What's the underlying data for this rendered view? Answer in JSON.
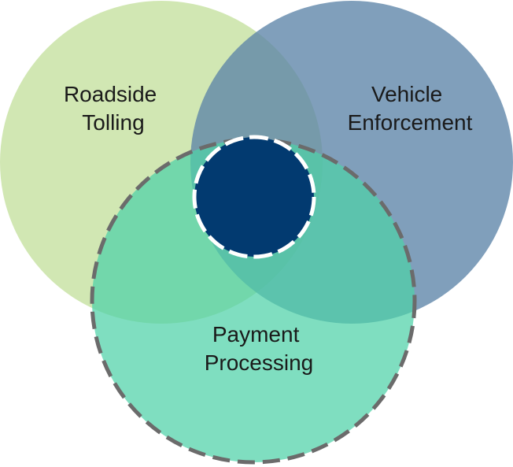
{
  "diagram": {
    "circles": {
      "roadside": {
        "label_line1": "Roadside",
        "label_line2": "Tolling",
        "color": "#c5e1a0"
      },
      "vehicle": {
        "label_line1": "Vehicle",
        "label_line2": "Enforcement",
        "color": "#5c84a8"
      },
      "payment": {
        "label_line1": "Payment",
        "label_line2": "Processing",
        "color": "#4ed1a8",
        "border_style": "dashed"
      },
      "center": {
        "color": "#023a70",
        "border_style": "dashed"
      }
    }
  }
}
